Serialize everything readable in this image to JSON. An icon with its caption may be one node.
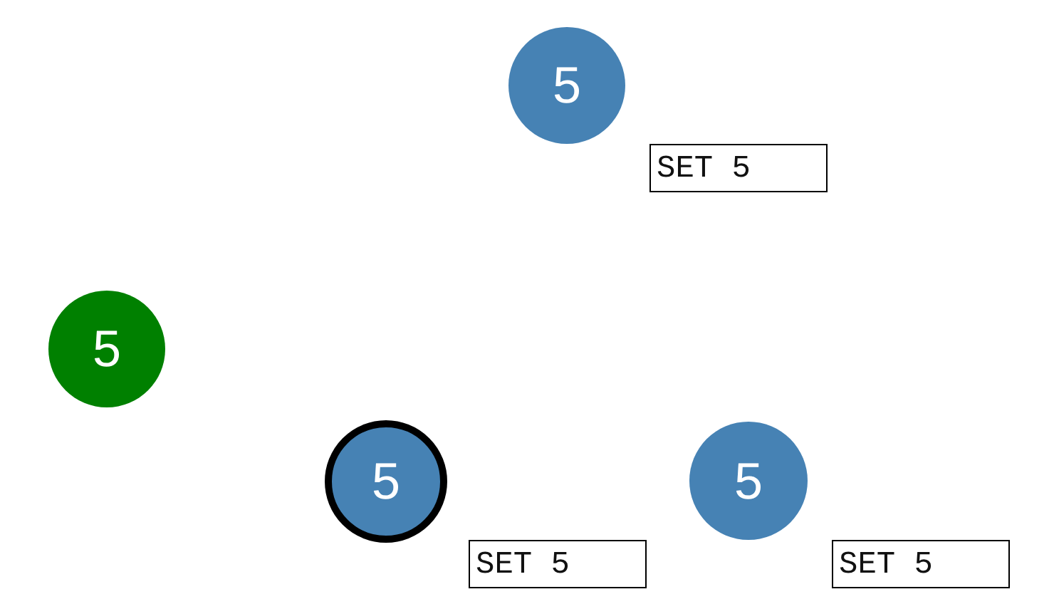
{
  "diagram": {
    "nodes": [
      {
        "text": [
          "5"
        ]
      },
      {
        "text": [
          "SET 5"
        ]
      },
      {
        "text": [
          "5"
        ]
      },
      {
        "text": [
          "5"
        ]
      },
      {
        "text": [
          "SET 5"
        ]
      },
      {
        "text": [
          "5"
        ]
      },
      {
        "text": [
          "SET 5"
        ]
      }
    ]
  }
}
